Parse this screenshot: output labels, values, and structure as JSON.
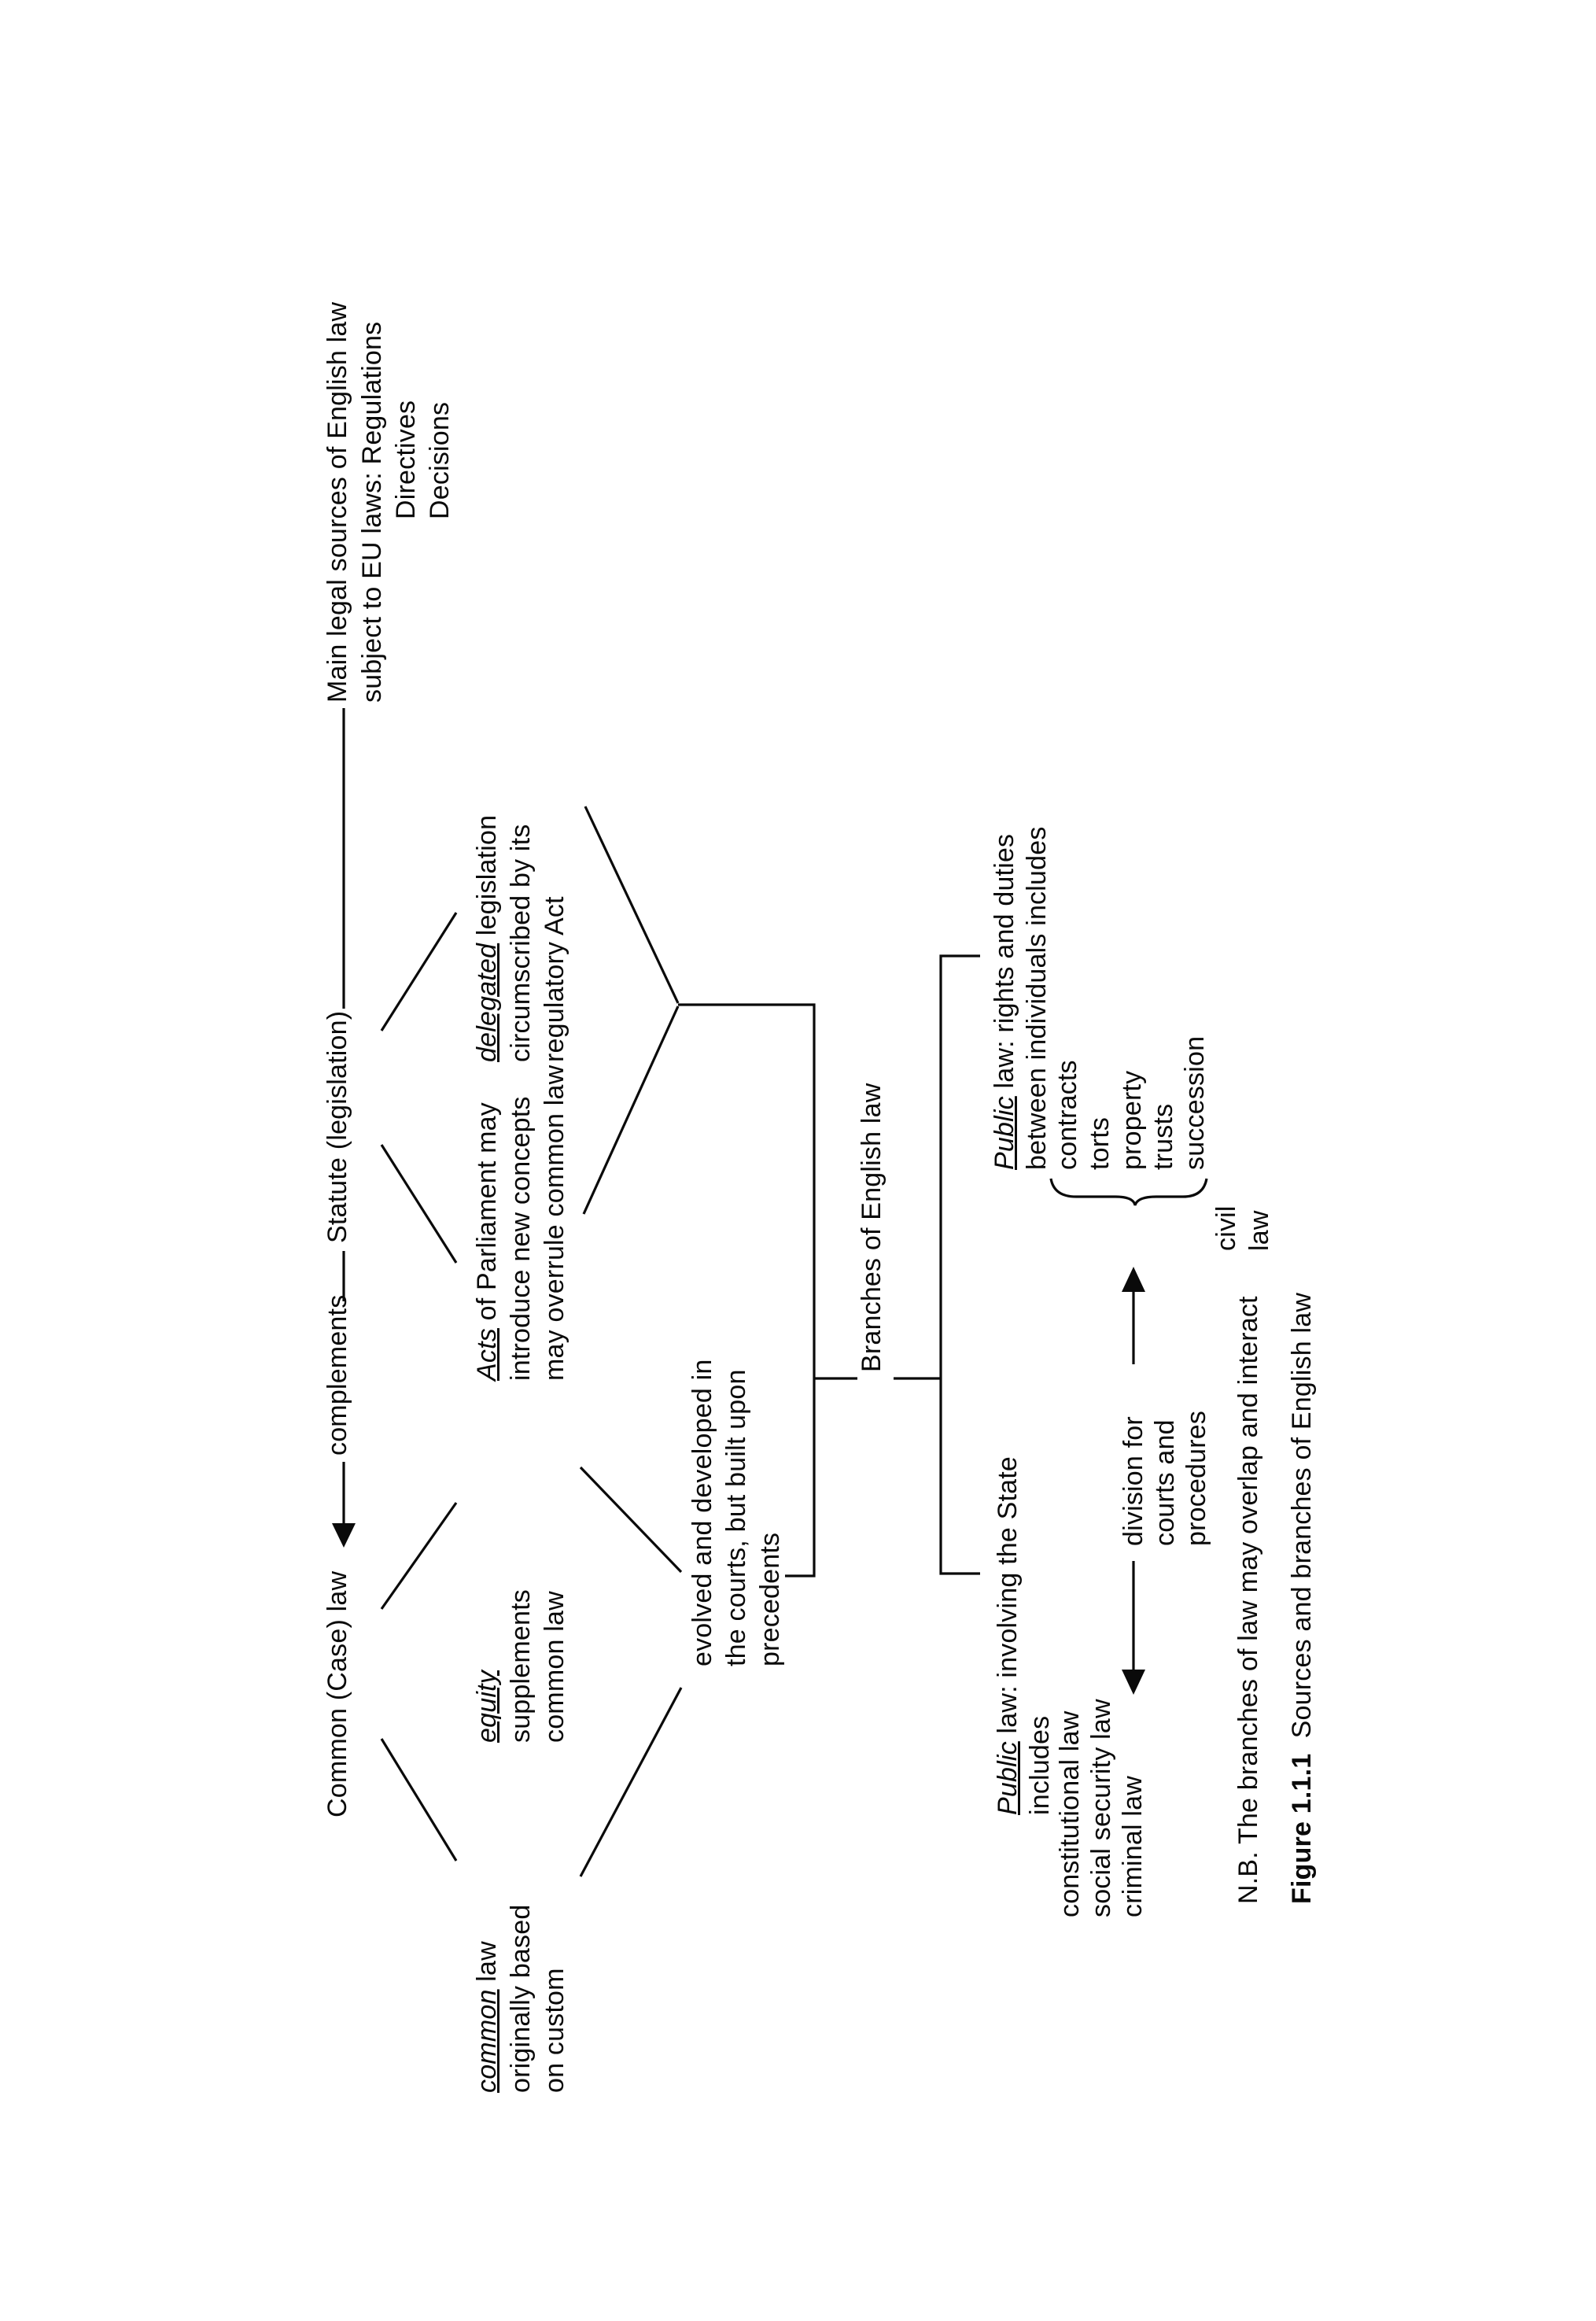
{
  "colors": {
    "ink": "#0a0a0a",
    "background": "#ffffff"
  },
  "figure": {
    "top_row": {
      "common_case_law": "Common (Case) law",
      "complements": "complements",
      "statute": "Statute (legislation)",
      "eu_line1": "Main legal sources of English law",
      "eu_line2": "subject to EU laws: Regulations",
      "eu_line3": "Directives",
      "eu_line4": "Decisions"
    },
    "common_law_block": {
      "lead": "common",
      "rest": " law",
      "line2": "originally based",
      "line3": "on custom"
    },
    "equity_block": {
      "lead": "equity",
      "rest": "",
      "line2": "supplements",
      "line3": "common law"
    },
    "acts_block": {
      "lead": "Acts",
      "rest": " of Parliament may",
      "line2": "introduce new concepts",
      "line3": "may overrule common law"
    },
    "delegated_block": {
      "lead": "delegated",
      "rest": " legislation",
      "line2": "circumscribed by its",
      "line3": "regulatory Act"
    },
    "evolved_block": {
      "line1": "evolved and developed in",
      "line2": "the courts, but built upon",
      "line3": "precedents"
    },
    "branches_label": "Branches of English law",
    "public_state_block": {
      "lead": "Public",
      "rest": " law: involving the State",
      "line2": "includes",
      "items": [
        "constitutional law",
        "social security law",
        "criminal law"
      ]
    },
    "individuals_block": {
      "lead": "Public",
      "rest": " law: rights and duties",
      "line2": "between individuals includes",
      "items": [
        "contracts",
        "torts",
        "property",
        "trusts",
        "succession"
      ]
    },
    "division_label": {
      "line1": "division for",
      "line2": "courts and",
      "line3": "procedures"
    },
    "civil_law": {
      "line1": "civil",
      "line2": "law"
    },
    "nb_note": "N.B. The branches of law may overlap and interact",
    "caption": {
      "lead": "Figure 1.1.1",
      "rest": "  Sources and branches of English law"
    }
  }
}
